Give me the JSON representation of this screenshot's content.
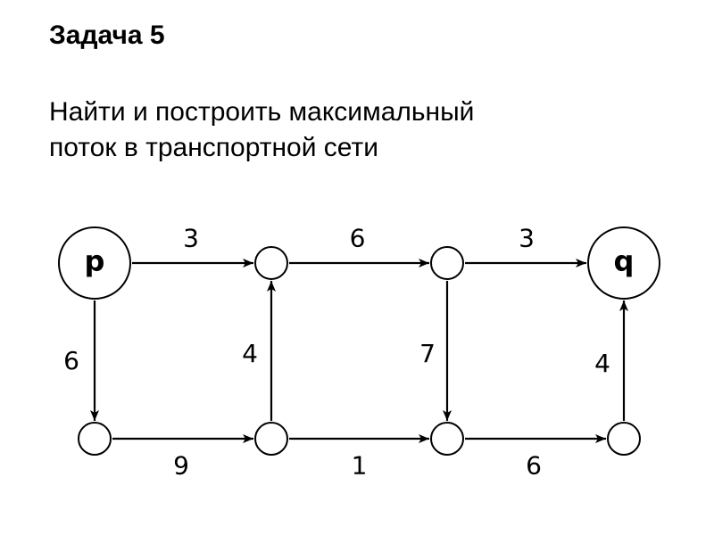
{
  "slide": {
    "title": "Задача 5",
    "text_lines": [
      "Найти и построить максимальный",
      "поток в транспортной сети"
    ]
  },
  "network": {
    "nodes": [
      {
        "id": "p",
        "label": "p",
        "kind": "source"
      },
      {
        "id": "a",
        "label": "",
        "kind": "intermediate"
      },
      {
        "id": "b",
        "label": "",
        "kind": "intermediate"
      },
      {
        "id": "q",
        "label": "q",
        "kind": "sink"
      },
      {
        "id": "c",
        "label": "",
        "kind": "intermediate"
      },
      {
        "id": "d",
        "label": "",
        "kind": "intermediate"
      },
      {
        "id": "e",
        "label": "",
        "kind": "intermediate"
      },
      {
        "id": "f",
        "label": "",
        "kind": "intermediate"
      }
    ],
    "edges": [
      {
        "from": "p",
        "to": "a",
        "capacity": "3"
      },
      {
        "from": "a",
        "to": "b",
        "capacity": "6"
      },
      {
        "from": "b",
        "to": "q",
        "capacity": "3"
      },
      {
        "from": "p",
        "to": "c",
        "capacity": "6"
      },
      {
        "from": "d",
        "to": "a",
        "capacity": "4"
      },
      {
        "from": "b",
        "to": "e",
        "capacity": "7"
      },
      {
        "from": "f",
        "to": "q",
        "capacity": "4"
      },
      {
        "from": "c",
        "to": "d",
        "capacity": "9"
      },
      {
        "from": "d",
        "to": "e",
        "capacity": "1"
      },
      {
        "from": "e",
        "to": "f",
        "capacity": "6"
      }
    ]
  }
}
